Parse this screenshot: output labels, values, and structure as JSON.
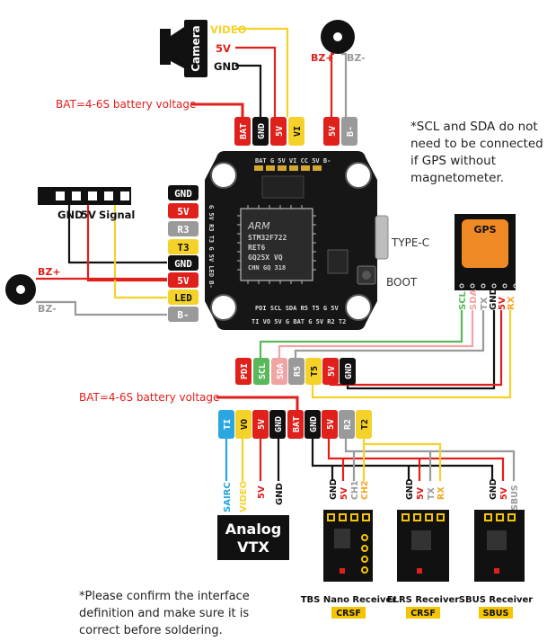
{
  "notes": {
    "gps_note": [
      "*SCL and SDA do not",
      "need to be connected",
      "if GPS without",
      "magnetometer."
    ],
    "confirm_note": [
      "*Please confirm the interface",
      "definition and make sure it is",
      "correct before soldering."
    ]
  },
  "camera": {
    "label": "Camera",
    "pins": [
      "VIDEO",
      "5V",
      "GND"
    ]
  },
  "buzzer": {
    "pins": [
      "BZ+",
      "BZ-"
    ]
  },
  "battery_labels": {
    "top": "BAT=4-6S battery voltage",
    "bottom": "BAT=4-6S battery voltage"
  },
  "top_pads": [
    "BAT",
    "GND",
    "5V",
    "VI",
    "5V",
    "B-"
  ],
  "led_strip": {
    "labels": [
      "GND",
      "5V",
      "Signal"
    ]
  },
  "left_pads": [
    "GND",
    "5V",
    "R3",
    "T3",
    "GND",
    "5V",
    "LED",
    "B-"
  ],
  "left_buzzer_pins": [
    "BZ+",
    "BZ-"
  ],
  "board": {
    "chip_lines": [
      "ARM",
      "STM32F722",
      "RET6",
      "GQ25X VQ",
      "CHN GQ 318"
    ],
    "top_silk": "BAT G 5V VI CC 5V B-",
    "bottom_silk_1": "PDI SCL SDA R5 T5 G 5V",
    "bottom_silk_2": "TI VO 5V G BAT G 5V R2 T2",
    "left_silk": "G 5V R3 T3 G 5V LED B-"
  },
  "side_labels": {
    "typec": "TYPE-C",
    "boot": "BOOT"
  },
  "gps": {
    "label": "GPS",
    "pins": [
      "SCL",
      "SDA",
      "TX",
      "GND",
      "5V",
      "RX"
    ]
  },
  "mid_pads": [
    "PDI",
    "SCL",
    "SDA",
    "R5",
    "T5",
    "5V",
    "GND"
  ],
  "vtx_pads": [
    "TI",
    "VO",
    "5V",
    "GND",
    "BAT"
  ],
  "rx_pads": [
    "GND",
    "5V",
    "R2",
    "T2"
  ],
  "vtx": {
    "pins": [
      "SAIRC",
      "VIDEO",
      "5V",
      "GND"
    ],
    "title": [
      "Analog",
      "VTX"
    ]
  },
  "receivers": [
    {
      "pins": [
        "GND",
        "5V",
        "CH1",
        "CH2"
      ],
      "name": "TBS Nano Receiver",
      "badge": "CRSF"
    },
    {
      "pins": [
        "GND",
        "5V",
        "TX",
        "RX"
      ],
      "name": "ELRS Receiver",
      "badge": "CRSF"
    },
    {
      "pins": [
        "GND",
        "5V",
        "SBUS"
      ],
      "name": "SBUS Receiver",
      "badge": "SBUS"
    }
  ],
  "colors": {
    "red": "#e0201b",
    "yellow": "#f5d22a",
    "black": "#111111",
    "grey": "#9a9a9a",
    "blue": "#2aa6e0",
    "green": "#59b85a",
    "pink": "#f2a3a3",
    "gps_orange": "#f08a24",
    "badge_yellow": "#f5c400"
  }
}
